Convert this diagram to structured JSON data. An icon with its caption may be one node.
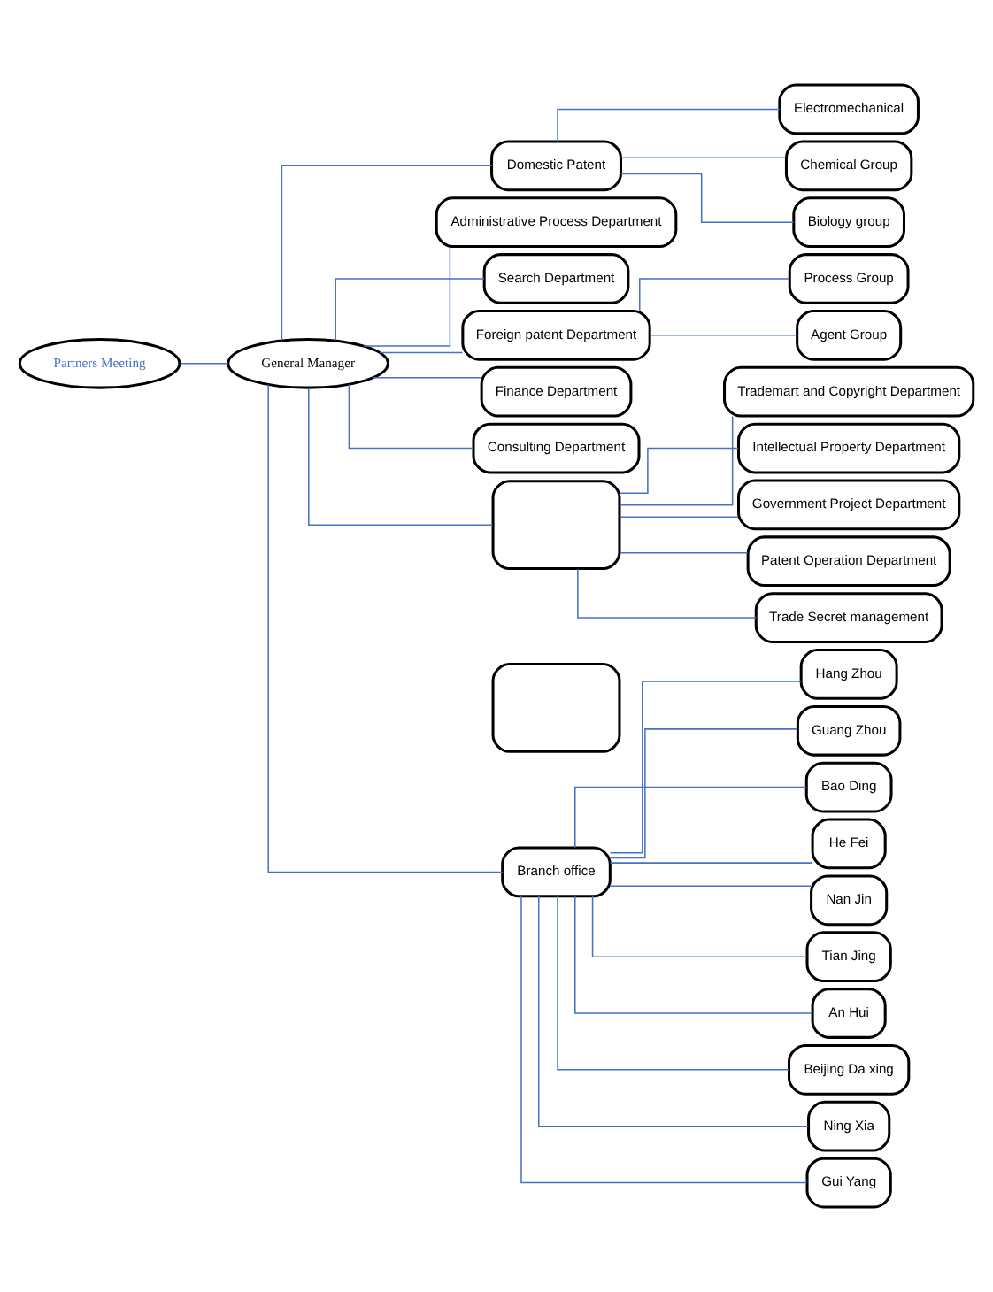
{
  "diagram": {
    "nodes": [
      {
        "text": [
          "Partners Meeting"
        ]
      },
      {
        "text": [
          "General Manager"
        ]
      },
      {
        "text": [
          "Domestic Patent"
        ]
      },
      {
        "text": [
          "Electromechanical"
        ]
      },
      {
        "text": [
          "Chemical Group"
        ]
      },
      {
        "text": [
          "Biology group"
        ]
      },
      {
        "text": [
          "Administrative Process Department"
        ]
      },
      {
        "text": [
          "Search Department"
        ]
      },
      {
        "text": [
          "Foreign patent Department"
        ]
      },
      {
        "text": [
          "Process Group"
        ]
      },
      {
        "text": [
          "Agent Group"
        ]
      },
      {
        "text": [
          "Finance Department"
        ]
      },
      {
        "text": [
          "Consulting Department"
        ]
      },
      {
        "text": [],
        "shape": "box"
      },
      {
        "text": [
          "Trademart and Copyright Department"
        ]
      },
      {
        "text": [
          "Intellectual Property Department"
        ]
      },
      {
        "text": [
          "Government Project Department"
        ]
      },
      {
        "text": [
          "Patent Operation Department"
        ]
      },
      {
        "text": [
          "Trade Secret management"
        ]
      },
      {
        "text": [],
        "shape": "box"
      },
      {
        "text": [
          "Branch office"
        ]
      },
      {
        "text": [
          "Hang Zhou"
        ]
      },
      {
        "text": [
          "Guang Zhou"
        ]
      },
      {
        "text": [
          "Bao Ding"
        ]
      },
      {
        "text": [
          "He Fei"
        ]
      },
      {
        "text": [
          "Nan Jin"
        ]
      },
      {
        "text": [
          "Tian Jing"
        ]
      },
      {
        "text": [
          "An Hui"
        ]
      },
      {
        "text": [
          "Beijing Da xing"
        ]
      },
      {
        "text": [
          "Ning Xia"
        ]
      },
      {
        "text": [
          "Gui Yang"
        ]
      }
    ],
    "edges": [
      {
        "from": 0,
        "to": 1,
        "arrow": "none"
      },
      {
        "from": 1,
        "to": 2,
        "arrow": "none"
      },
      {
        "from": 1,
        "to": 6,
        "arrow": "none"
      },
      {
        "from": 1,
        "to": 7,
        "arrow": "none"
      },
      {
        "from": 1,
        "to": 8,
        "arrow": "none"
      },
      {
        "from": 1,
        "to": 11,
        "arrow": "none"
      },
      {
        "from": 1,
        "to": 12,
        "arrow": "none"
      },
      {
        "from": 1,
        "to": 13,
        "arrow": "none"
      },
      {
        "from": 1,
        "to": 20,
        "arrow": "none"
      },
      {
        "from": 2,
        "to": 3,
        "arrow": "none"
      },
      {
        "from": 2,
        "to": 4,
        "arrow": "none"
      },
      {
        "from": 2,
        "to": 5,
        "arrow": "none"
      },
      {
        "from": 8,
        "to": 9,
        "arrow": "none"
      },
      {
        "from": 8,
        "to": 10,
        "arrow": "none"
      },
      {
        "from": 13,
        "to": 14,
        "arrow": "none"
      },
      {
        "from": 13,
        "to": 15,
        "arrow": "none"
      },
      {
        "from": 13,
        "to": 16,
        "arrow": "none"
      },
      {
        "from": 13,
        "to": 17,
        "arrow": "none"
      },
      {
        "from": 13,
        "to": 18,
        "arrow": "none"
      },
      {
        "from": 20,
        "to": 21,
        "arrow": "none"
      },
      {
        "from": 20,
        "to": 22,
        "arrow": "none"
      },
      {
        "from": 20,
        "to": 23,
        "arrow": "none"
      },
      {
        "from": 20,
        "to": 24,
        "arrow": "none"
      },
      {
        "from": 20,
        "to": 25,
        "arrow": "none"
      },
      {
        "from": 20,
        "to": 26,
        "arrow": "none"
      },
      {
        "from": 20,
        "to": 27,
        "arrow": "none"
      },
      {
        "from": 20,
        "to": 28,
        "arrow": "none"
      },
      {
        "from": 20,
        "to": 29,
        "arrow": "none"
      },
      {
        "from": 20,
        "to": 30,
        "arrow": "none"
      }
    ]
  }
}
